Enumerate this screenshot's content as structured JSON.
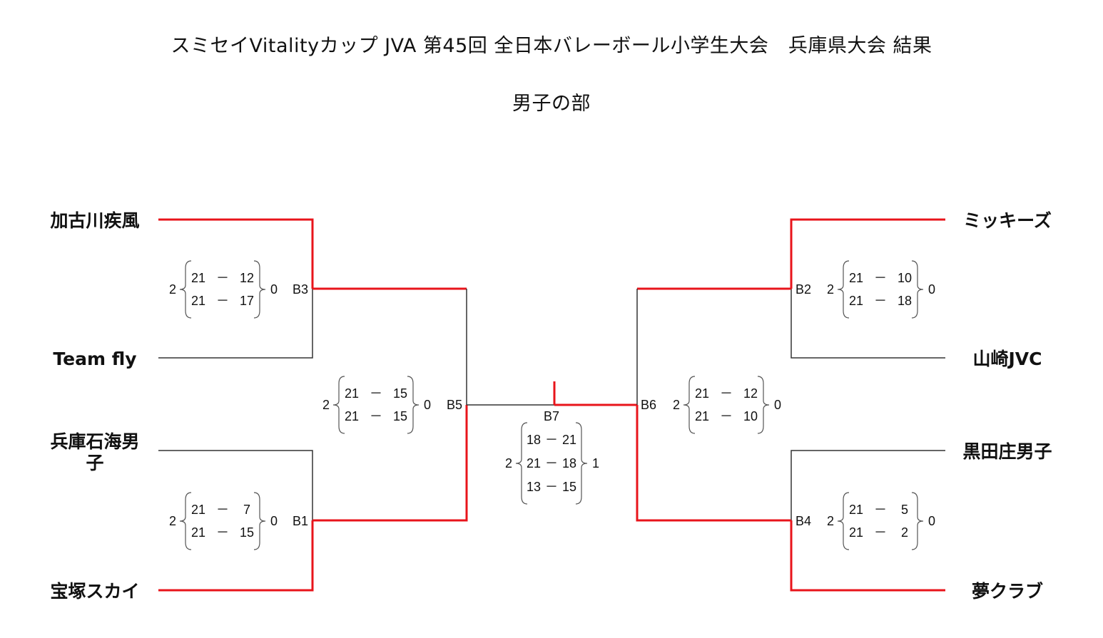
{
  "title": "スミセイVitalityカップ JVA 第45回 全日本バレーボール小学生大会　兵庫県大会 結果",
  "subtitle": "男子の部",
  "colors": {
    "winner_line": "#e8141b",
    "loser_line": "#333333"
  },
  "teams": {
    "t1": "加古川疾風",
    "t2": "Team fly",
    "t3": "兵庫石海男子",
    "t4": "宝塚スカイ",
    "t5": "ミッキーズ",
    "t6": "山崎JVC",
    "t7": "黒田庄男子",
    "t8": "夢クラブ"
  },
  "matches": {
    "B3": {
      "label": "B3",
      "left_sets": "2",
      "right_sets": "0",
      "games": [
        {
          "a": "21",
          "b": "12"
        },
        {
          "a": "21",
          "b": "17"
        }
      ]
    },
    "B1": {
      "label": "B1",
      "left_sets": "2",
      "right_sets": "0",
      "games": [
        {
          "a": "21",
          "b": "7"
        },
        {
          "a": "21",
          "b": "15"
        }
      ]
    },
    "B2": {
      "label": "B2",
      "left_sets": "2",
      "right_sets": "0",
      "games": [
        {
          "a": "21",
          "b": "10"
        },
        {
          "a": "21",
          "b": "18"
        }
      ]
    },
    "B4": {
      "label": "B4",
      "left_sets": "2",
      "right_sets": "0",
      "games": [
        {
          "a": "21",
          "b": "5"
        },
        {
          "a": "21",
          "b": "2"
        }
      ]
    },
    "B5": {
      "label": "B5",
      "left_sets": "2",
      "right_sets": "0",
      "games": [
        {
          "a": "21",
          "b": "15"
        },
        {
          "a": "21",
          "b": "15"
        }
      ]
    },
    "B6": {
      "label": "B6",
      "left_sets": "2",
      "right_sets": "0",
      "games": [
        {
          "a": "21",
          "b": "12"
        },
        {
          "a": "21",
          "b": "10"
        }
      ]
    },
    "B7": {
      "label": "B7",
      "left_sets": "2",
      "right_sets": "1",
      "games": [
        {
          "a": "18",
          "b": "21"
        },
        {
          "a": "21",
          "b": "18"
        },
        {
          "a": "13",
          "b": "15"
        }
      ]
    }
  },
  "dash": "－"
}
